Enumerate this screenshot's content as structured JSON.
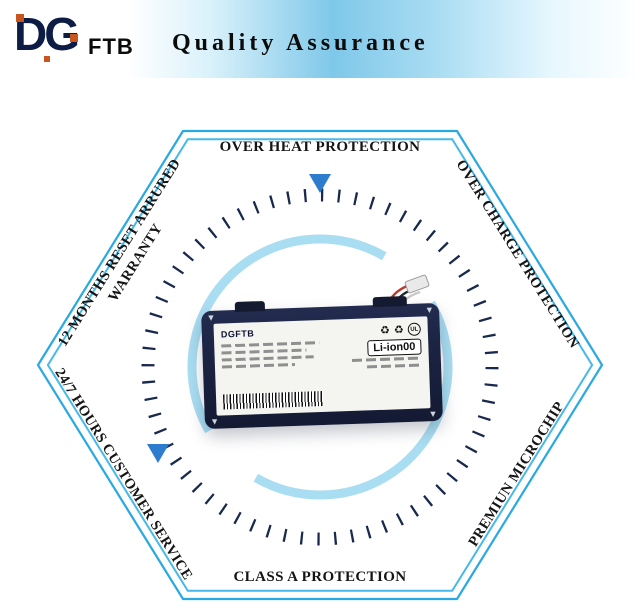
{
  "header": {
    "logo_dg": "DG",
    "logo_ftb": "FTB",
    "title": "Quality Assurance"
  },
  "hexagon": {
    "top": "OVER HEAT PROTECTION",
    "top_right": "OVER CHARGE PROTECTION",
    "bottom_right": "PREMIUN MICROCHIP",
    "bottom": "CLASS A PROTECTION",
    "bottom_left": "24/7 HOURS CUSTOMER SERVICE",
    "top_left_line1": "12 MONTHS RESET ARRURED",
    "top_left_line2": "WARRANTY"
  },
  "battery": {
    "brand": "DGFTB",
    "cell_label": "Li-ion00",
    "recycle_icon": "♻",
    "ul_mark": "UL",
    "corner_mark": "▼"
  },
  "colors": {
    "hexagon_stroke": "#29a9e2",
    "tick_ring": "#19294d",
    "inner_arc": "#a9ddf1",
    "arrow": "#2e7ccd",
    "logo_navy": "#0c1c44",
    "logo_orange": "#c7571f",
    "battery_body": "#1b2342",
    "label_background": "#f4f4f0"
  }
}
